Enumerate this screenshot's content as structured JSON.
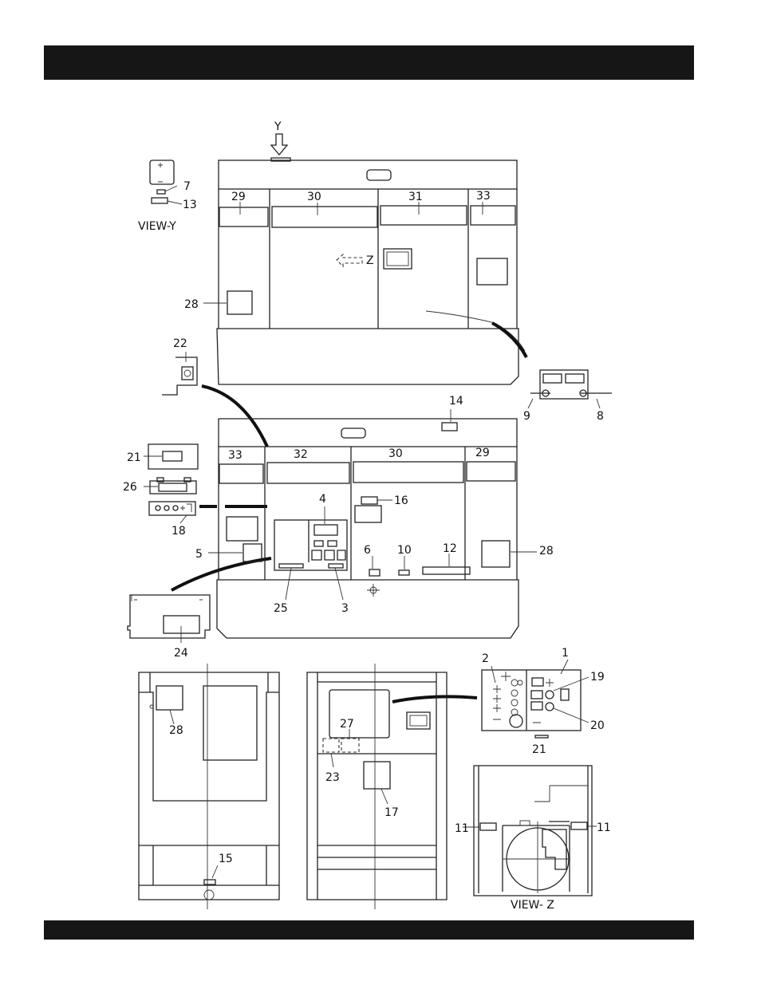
{
  "header": {
    "bar_color": "#161616"
  },
  "footer": {
    "bar_color": "#161616"
  },
  "view_labels": {
    "view_y": "VIEW-Y",
    "view_z": "VIEW- Z",
    "arrow_y": "Y",
    "arrow_z": "Z"
  },
  "callouts": {
    "c1": "1",
    "c2": "2",
    "c3": "3",
    "c4": "4",
    "c5": "5",
    "c6": "6",
    "c7": "7",
    "c8": "8",
    "c9": "9",
    "c10": "10",
    "c11a": "11",
    "c11b": "11",
    "c12": "12",
    "c13": "13",
    "c14": "14",
    "c15": "15",
    "c16": "16",
    "c17": "17",
    "c18": "18",
    "c19": "19",
    "c20": "20",
    "c21a": "21",
    "c21b": "21",
    "c22": "22",
    "c23": "23",
    "c24": "24",
    "c25": "25",
    "c26": "26",
    "c27": "27",
    "c28a": "28",
    "c28b": "28",
    "c28c": "28",
    "c29a": "29",
    "c29b": "29",
    "c30a": "30",
    "c30b": "30",
    "c31": "31",
    "c32": "32",
    "c33a": "33",
    "c33b": "33"
  }
}
